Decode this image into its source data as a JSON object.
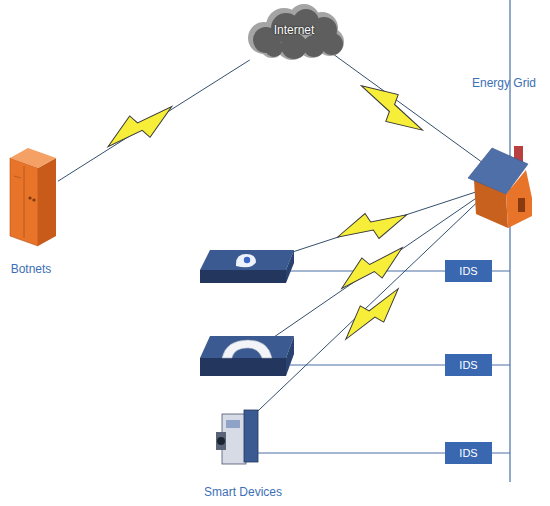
{
  "diagram": {
    "nodes": [
      {
        "text": [
          "Internet"
        ]
      },
      {
        "text": [
          "Botnets"
        ]
      },
      {
        "text": [
          "IDS"
        ]
      },
      {
        "text": [
          "IDS"
        ]
      },
      {
        "text": [
          "IDS"
        ]
      }
    ],
    "edges": [
      {
        "from": 1,
        "to": 0,
        "arrow": "none"
      }
    ],
    "labels": [
      "Energy Grid",
      "Smart Devices"
    ]
  }
}
